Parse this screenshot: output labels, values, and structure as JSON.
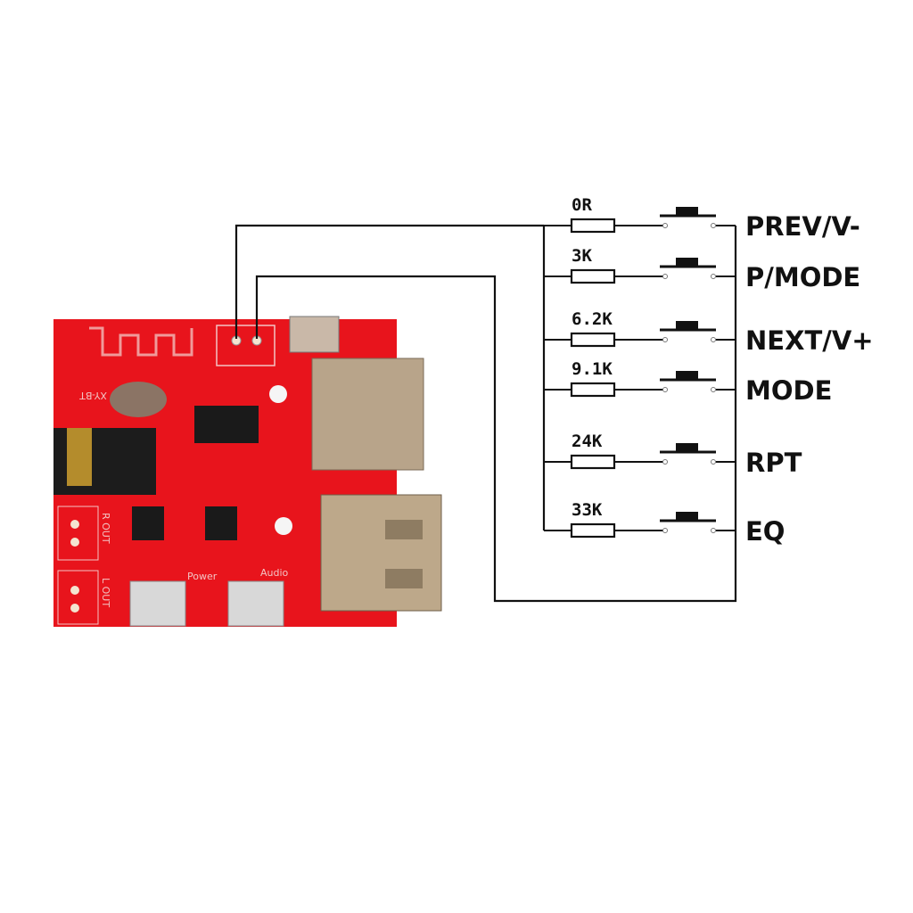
{
  "diagram": {
    "board": {
      "silkscreen": {
        "model": "XY-BT",
        "power": "Power",
        "audio": "Audio",
        "r_out": "R OUT",
        "l_out": "L OUT"
      },
      "colors": {
        "pcb": "#e8141c",
        "metal": "#b8a48a",
        "chip": "#1a1a1a"
      }
    },
    "buttons": [
      {
        "resistor": "0R",
        "label": "PREV/V-"
      },
      {
        "resistor": "3K",
        "label": "P/MODE"
      },
      {
        "resistor": "6.2K",
        "label": "NEXT/V+"
      },
      {
        "resistor": "9.1K",
        "label": "MODE"
      },
      {
        "resistor": "24K",
        "label": "RPT"
      },
      {
        "resistor": "33K",
        "label": "EQ"
      }
    ]
  }
}
